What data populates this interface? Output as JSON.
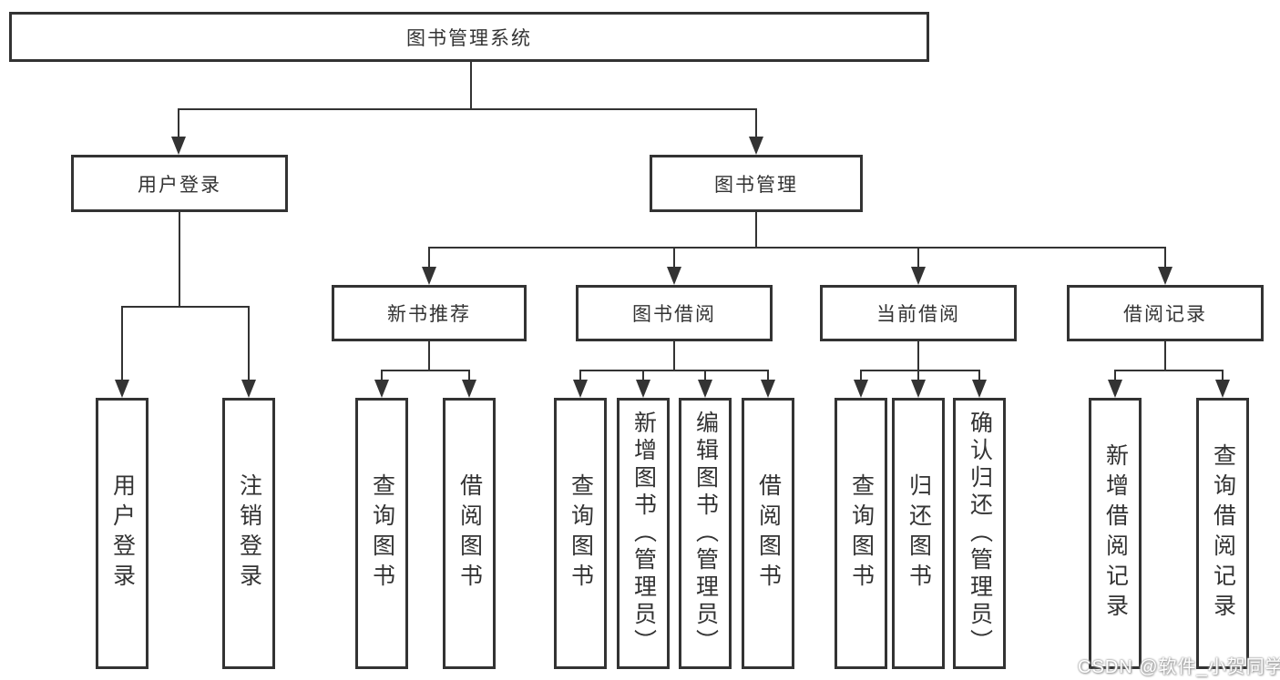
{
  "tree": {
    "root": {
      "label": "图书管理系统"
    },
    "level2": [
      {
        "label": "用户登录",
        "leaves": [
          {
            "label": "用户登录"
          },
          {
            "label": "注销登录"
          }
        ]
      },
      {
        "label": "图书管理",
        "children": [
          {
            "label": "新书推荐",
            "leaves": [
              {
                "label": "查询图书"
              },
              {
                "label": "借阅图书"
              }
            ]
          },
          {
            "label": "图书借阅",
            "leaves": [
              {
                "label": "查询图书"
              },
              {
                "label": "新增图书（管理员）"
              },
              {
                "label": "编辑图书（管理员）"
              },
              {
                "label": "借阅图书"
              }
            ]
          },
          {
            "label": "当前借阅",
            "leaves": [
              {
                "label": "查询图书"
              },
              {
                "label": "归还图书"
              },
              {
                "label": "确认归还（管理员）"
              }
            ]
          },
          {
            "label": "借阅记录",
            "leaves": [
              {
                "label": "新增借阅记录"
              },
              {
                "label": "查询借阅记录"
              }
            ]
          }
        ]
      }
    ]
  },
  "watermark": {
    "text": "CSDN @软件_小贺同学"
  },
  "colors": {
    "line": "#333333",
    "box_border": "#333333",
    "box_background": "#ffffff",
    "page_background": "#ffffff",
    "watermark_text": "#ffffff"
  }
}
